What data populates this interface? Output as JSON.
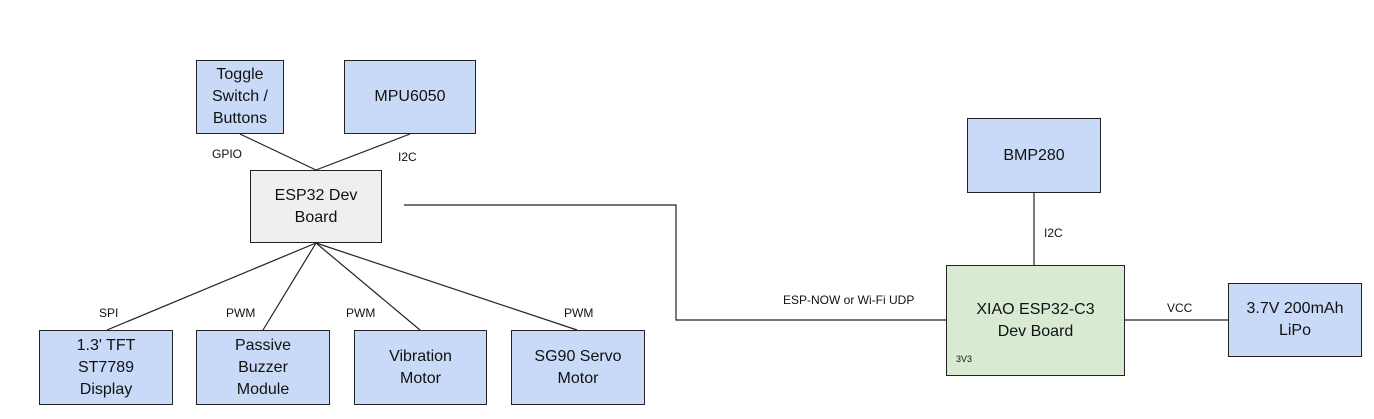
{
  "nodes": {
    "toggle": "Toggle\nSwitch /\nButtons",
    "mpu6050": "MPU6050",
    "esp32": "ESP32 Dev\nBoard",
    "tft": "1.3' TFT\nST7789\nDisplay",
    "buzzer": "Passive\nBuzzer\nModule",
    "vibration": "Vibration\nMotor",
    "servo": "SG90 Servo\nMotor",
    "bmp280": "BMP280",
    "xiao": "XIAO ESP32-C3\nDev Board",
    "xiao_pin": "3V3",
    "lipo": "3.7V 200mAh\nLiPo"
  },
  "edges": {
    "gpio": "GPIO",
    "i2c_mpu": "I2C",
    "spi": "SPI",
    "pwm_buzzer": "PWM",
    "pwm_vibration": "PWM",
    "pwm_servo": "PWM",
    "i2c_bmp": "I2C",
    "espnow": "ESP-NOW or Wi-Fi UDP",
    "vcc": "VCC"
  },
  "colors": {
    "peripheral": "#c9daf8",
    "controller": "#efefef",
    "remote_controller": "#d9ead3",
    "line": "#222222"
  }
}
